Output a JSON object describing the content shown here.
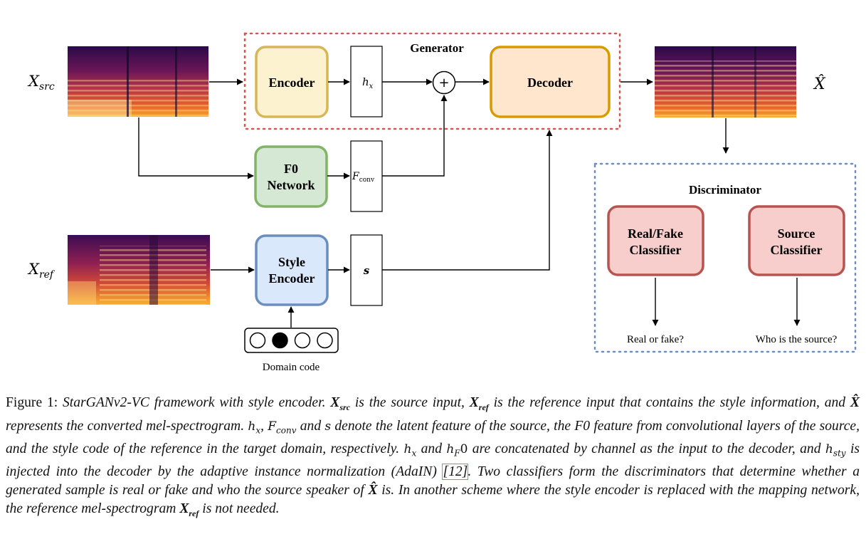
{
  "diagram": {
    "labels": {
      "x_src": "X",
      "x_src_sub": "src",
      "x_ref": "X",
      "x_ref_sub": "ref",
      "x_hat": "X̂",
      "generator": "Generator",
      "encoder": "Encoder",
      "hx": "h",
      "hx_sub": "x",
      "plus": "+",
      "decoder": "Decoder",
      "f0_network_line1": "F0",
      "f0_network_line2": "Network",
      "fconv": "F",
      "fconv_sub": "conv",
      "style_encoder_line1": "Style",
      "style_encoder_line2": "Encoder",
      "s": "s",
      "domain_code": "Domain code",
      "discriminator": "Discriminator",
      "real_fake_line1": "Real/Fake",
      "real_fake_line2": "Classifier",
      "source_line1": "Source",
      "source_line2": "Classifier",
      "real_or_fake": "Real or fake?",
      "who_is_source": "Who is the source?"
    },
    "domain_code_onehot": [
      0,
      1,
      0,
      0
    ],
    "colors": {
      "encoder_fill": "#fdf2cf",
      "encoder_stroke": "#d6b656",
      "decoder_fill": "#ffe6cc",
      "decoder_stroke": "#d79b00",
      "f0_fill": "#d5e8d4",
      "f0_stroke": "#82b366",
      "style_fill": "#dae8fc",
      "style_stroke": "#6c8ebf",
      "disc_fill": "#f8cecc",
      "disc_stroke": "#b85450",
      "generator_border": "#d9534f",
      "discriminator_border": "#6c8ebf"
    }
  },
  "caption": {
    "fig_label": "Figure 1:",
    "t1": "StarGANv2-VC framework with style encoder.",
    "x": "X",
    "src": "src",
    "t2": "is the source input,",
    "ref": "ref",
    "t3": "is the reference input that contains the style information, and",
    "xhat": "X̂",
    "t4": "represents the converted mel-spectrogram.",
    "h": "h",
    "hsub": "x",
    "comma": ",",
    "f": "F",
    "fsub": "conv",
    "and": "and",
    "s": "s",
    "t5": "denote the latent feature of the source, the F0 feature from convolutional layers of the source, and the style code of the reference in the target domain, respectively.",
    "h2": "h",
    "h2sub": "x",
    "and2": "and",
    "hf": "h",
    "hfsub": "F",
    "hfzero": "0",
    "t6": "are concatenated by channel as the input to the decoder, and",
    "hsty": "h",
    "hstysub": "sty",
    "t7": "is injected into the decoder by the adaptive instance normalization (AdaIN)",
    "citation": "[12]",
    "t8": ". Two classifiers form the discriminators that determine whether a generated sample is real or fake and who the source speaker of",
    "t9": "is. In another scheme where the style encoder is replaced with the mapping network, the reference mel-spectrogram",
    "t10": "is not needed."
  }
}
